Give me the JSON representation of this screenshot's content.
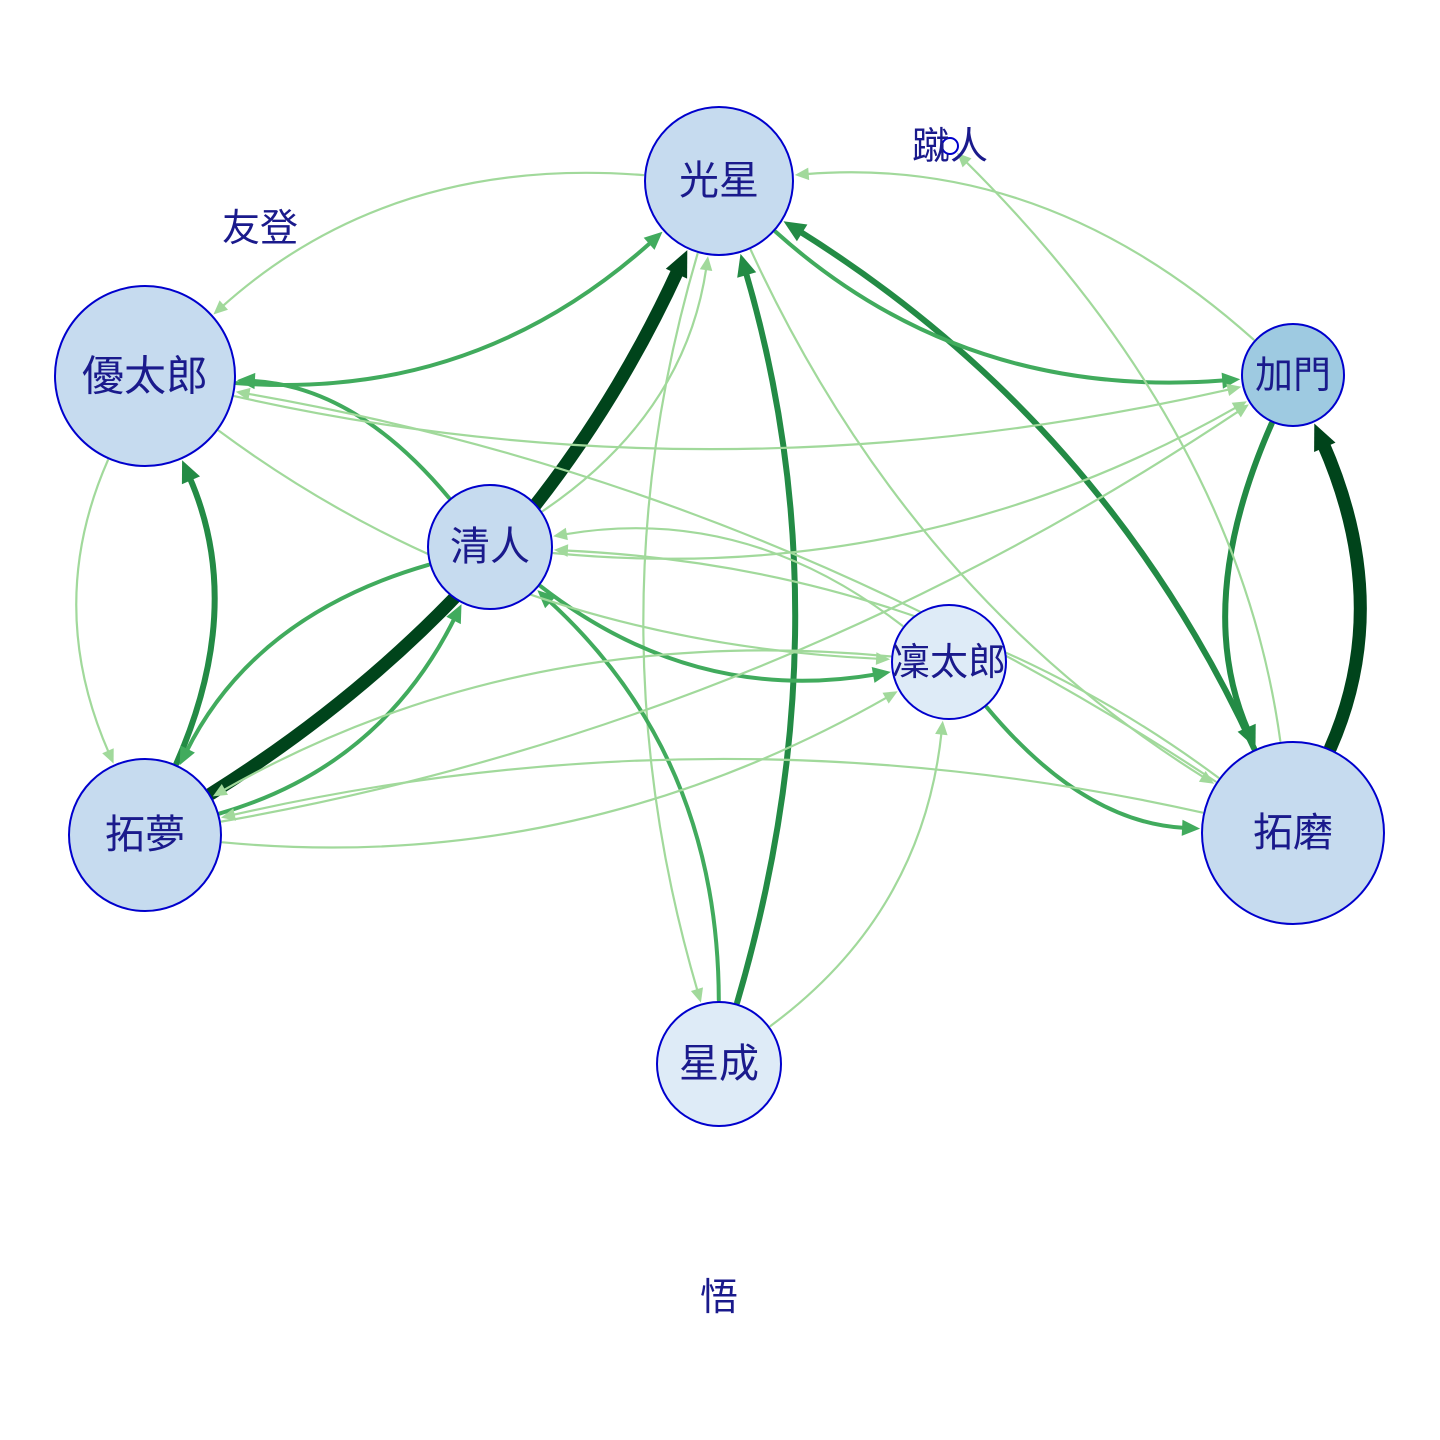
{
  "graph": {
    "type": "directed-network",
    "colors": {
      "node_fill": "#c6dbef",
      "node_fill_light": "#deebf7",
      "node_fill_accent": "#9ecae1",
      "node_stroke": "#0000cd",
      "label": "#1a1a8c",
      "edge_weak": "#a1d99b",
      "edge_mid": "#41ab5d",
      "edge_strong": "#238b45",
      "edge_strongest": "#00441b"
    },
    "nodes": [
      {
        "id": "koseii",
        "label": "光星"
      },
      {
        "id": "shuto",
        "label": "蹴人"
      },
      {
        "id": "yuto",
        "label": "友登"
      },
      {
        "id": "yutaro",
        "label": "優太郎"
      },
      {
        "id": "kado",
        "label": "加門"
      },
      {
        "id": "kiyoto",
        "label": "清人"
      },
      {
        "id": "rintaro",
        "label": "凜太郎"
      },
      {
        "id": "takumu",
        "label": "拓夢"
      },
      {
        "id": "takuma",
        "label": "拓磨"
      },
      {
        "id": "seisei",
        "label": "星成"
      },
      {
        "id": "satoru",
        "label": "悟"
      }
    ],
    "edges": [
      {
        "from": "takumu",
        "to": "koseii",
        "strength": 4
      },
      {
        "from": "takuma",
        "to": "kado",
        "strength": 4
      },
      {
        "from": "kado",
        "to": "takuma",
        "strength": 3
      },
      {
        "from": "takumu",
        "to": "yutaro",
        "strength": 3
      },
      {
        "from": "yutaro",
        "to": "takumu",
        "strength": 1
      },
      {
        "from": "seisei",
        "to": "koseii",
        "strength": 3
      },
      {
        "from": "koseii",
        "to": "seisei",
        "strength": 1
      },
      {
        "from": "takuma",
        "to": "koseii",
        "strength": 3
      },
      {
        "from": "koseii",
        "to": "takuma",
        "strength": 1
      },
      {
        "from": "koseii",
        "to": "kado",
        "strength": 2
      },
      {
        "from": "kado",
        "to": "koseii",
        "strength": 1
      },
      {
        "from": "yutaro",
        "to": "koseii",
        "strength": 2
      },
      {
        "from": "koseii",
        "to": "yutaro",
        "strength": 1
      },
      {
        "from": "kiyoto",
        "to": "yutaro",
        "strength": 2
      },
      {
        "from": "kiyoto",
        "to": "takumu",
        "strength": 2
      },
      {
        "from": "takumu",
        "to": "kiyoto",
        "strength": 2
      },
      {
        "from": "kiyoto",
        "to": "rintaro",
        "strength": 2
      },
      {
        "from": "rintaro",
        "to": "takuma",
        "strength": 2
      },
      {
        "from": "seisei",
        "to": "kiyoto",
        "strength": 2
      },
      {
        "from": "seisei",
        "to": "rintaro",
        "strength": 1
      },
      {
        "from": "kiyoto",
        "to": "koseii",
        "strength": 1
      },
      {
        "from": "kiyoto",
        "to": "kado",
        "strength": 1
      },
      {
        "from": "yutaro",
        "to": "kado",
        "strength": 1
      },
      {
        "from": "yutaro",
        "to": "rintaro",
        "strength": 1
      },
      {
        "from": "takuma",
        "to": "yutaro",
        "strength": 1
      },
      {
        "from": "takuma",
        "to": "kiyoto",
        "strength": 1
      },
      {
        "from": "takuma",
        "to": "shuto",
        "strength": 1
      },
      {
        "from": "rintaro",
        "to": "kiyoto",
        "strength": 1
      },
      {
        "from": "rintaro",
        "to": "takumu",
        "strength": 1
      },
      {
        "from": "takumu",
        "to": "kado",
        "strength": 1
      },
      {
        "from": "takuma",
        "to": "takumu",
        "strength": 1
      },
      {
        "from": "takumu",
        "to": "rintaro",
        "strength": 1
      }
    ]
  }
}
